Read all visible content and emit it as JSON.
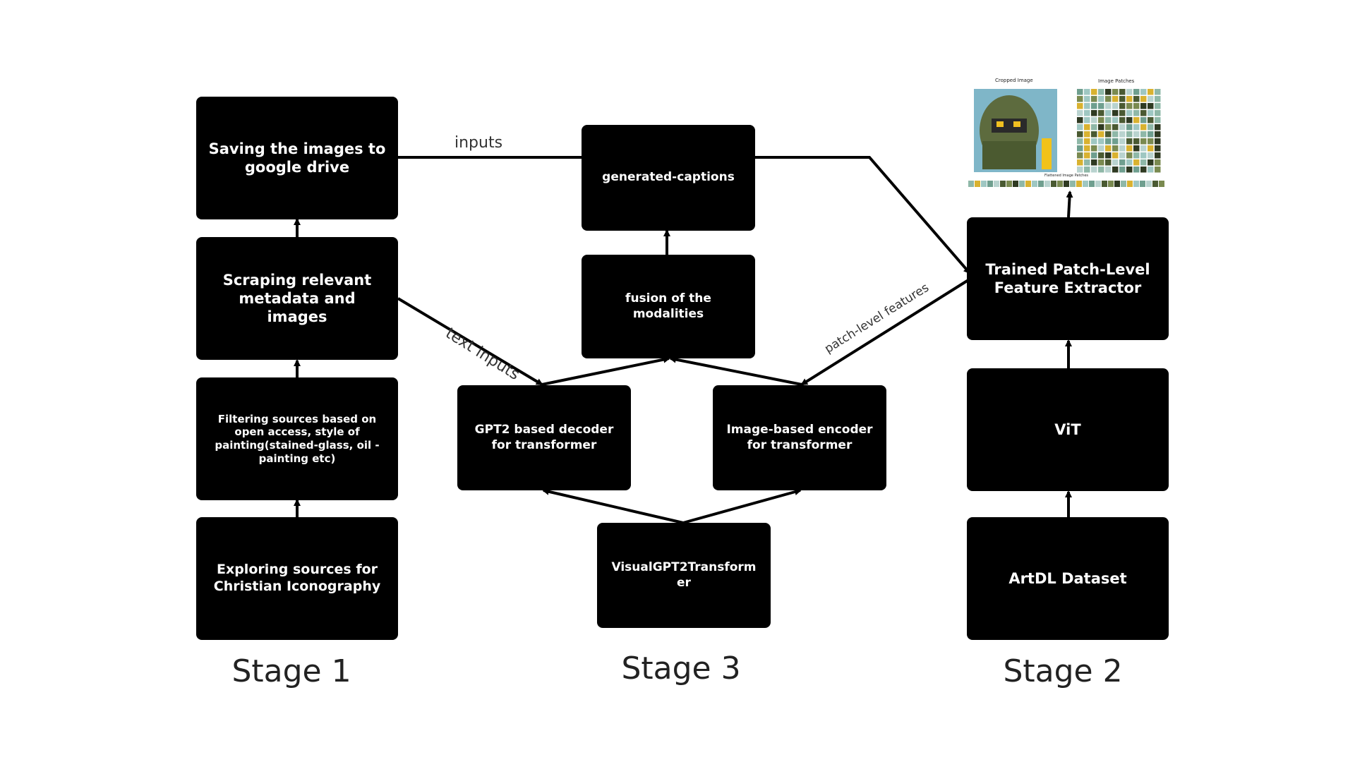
{
  "nodes": {
    "stage1": {
      "saving": "Saving the images to google drive",
      "scraping": "Scraping relevant metadata and images",
      "filtering": "Filtering sources based on open access, style of painting(stained-glass, oil -painting etc)",
      "exploring": "Exploring sources for Christian Iconography"
    },
    "stage3": {
      "captions": "generated-captions",
      "fusion": "fusion of the modalities",
      "decoder": "GPT2 based decoder for transformer",
      "encoder": "Image-based encoder for transformer",
      "visual": "VisualGPT2Transform er"
    },
    "stage2": {
      "extractor": "Trained Patch-Level Feature Extractor",
      "vit": "ViT",
      "artdl": "ArtDL Dataset"
    }
  },
  "edge_labels": {
    "inputs": "inputs",
    "text_inputs": "text inputs",
    "patch_features": "patch-level features"
  },
  "stages": {
    "stage1": "Stage 1",
    "stage3": "Stage 3",
    "stage2": "Stage 2"
  },
  "thumbnail": {
    "cropped_title": "Cropped Image",
    "patches_title": "Image Patches",
    "flattened_title": "Flattened Image Patches"
  },
  "colors": {
    "box": "#000000",
    "text": "#ffffff",
    "arrow": "#000000"
  }
}
